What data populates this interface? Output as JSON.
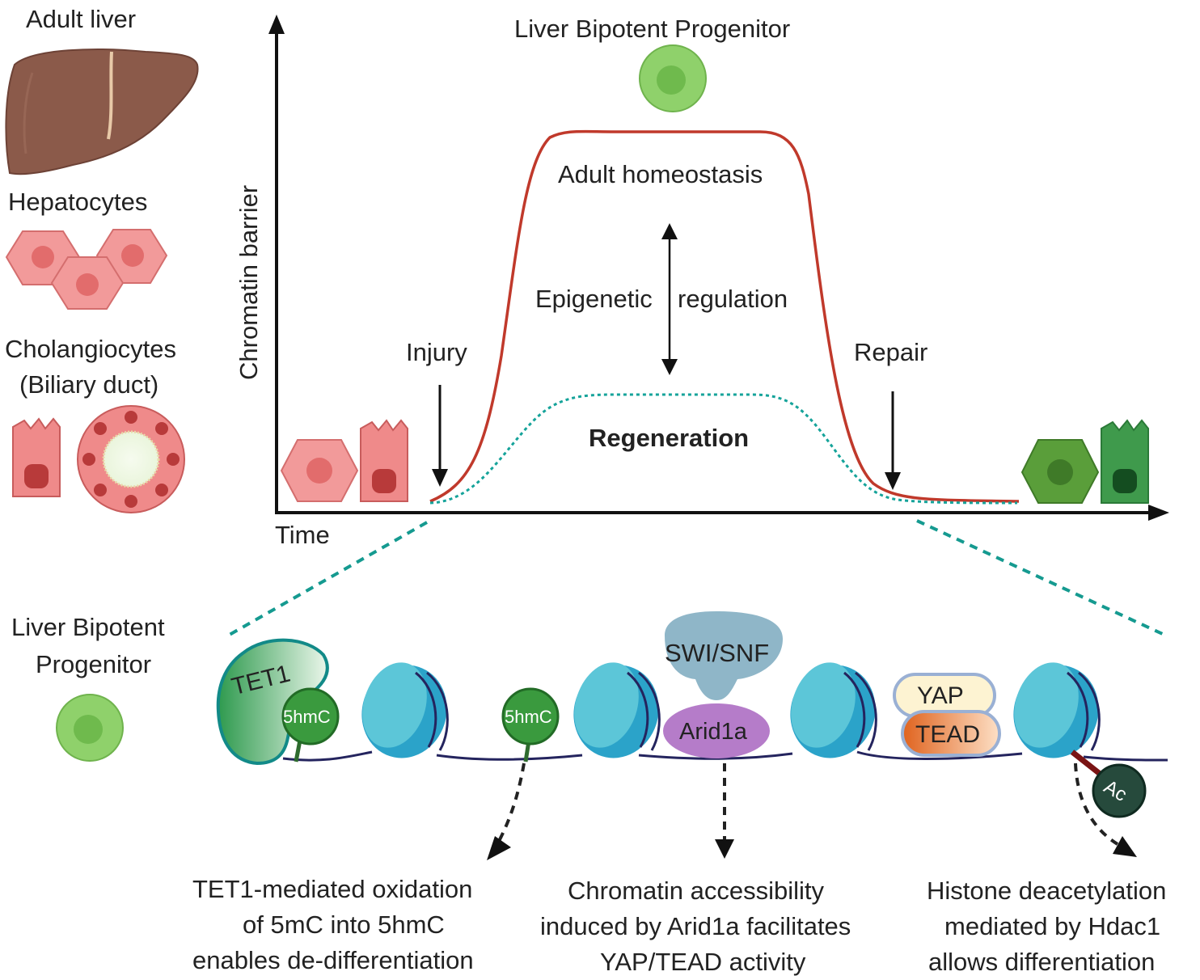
{
  "left_panel": {
    "adult_liver": "Adult liver",
    "hepatocytes": "Hepatocytes",
    "cholangiocytes_line1": "Cholangiocytes",
    "cholangiocytes_line2": "(Biliary duct)",
    "progenitor_line1": "Liver Bipotent",
    "progenitor_line2": "Progenitor"
  },
  "graph": {
    "y_axis_label": "Chromatin barrier",
    "x_axis_label": "Time",
    "top_label": "Liver Bipotent Progenitor",
    "homeostasis_label": "Adult homeostasis",
    "regulation_left": "Epigenetic",
    "regulation_right": "regulation",
    "regeneration_label": "Regeneration",
    "injury_label": "Injury",
    "repair_label": "Repair"
  },
  "chromatin": {
    "tet1": "TET1",
    "hmc_1": "5hmC",
    "hmc_2": "5hmC",
    "swi_snf": "SWI/SNF",
    "arid1a": "Arid1a",
    "yap": "YAP",
    "tead": "TEAD",
    "ac": "Ac"
  },
  "captions": {
    "tet1_line1": "TET1-mediated oxidation",
    "tet1_line2": "of 5mC into 5hmC",
    "tet1_line3": "enables de-differentiation",
    "arid_line1": "Chromatin accessibility",
    "arid_line2": "induced by Arid1a facilitates",
    "arid_line3": "YAP/TEAD activity",
    "hdac_line1": "Histone deacetylation",
    "hdac_line2": "mediated by Hdac1",
    "hdac_line3": "allows differentiation"
  },
  "colors": {
    "barrier_curve": "#c0392b",
    "regeneration_curve": "#15a39a",
    "nucleosome": "#2ba3c9",
    "dna": "#24245e",
    "progenitor": "#8fd16b",
    "hepatocyte": "#f08a8a"
  }
}
